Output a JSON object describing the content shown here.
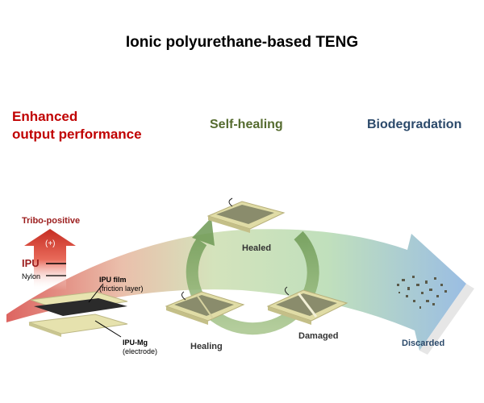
{
  "title": "Ionic polyurethane-based  TENG",
  "features": {
    "performance_line1": "Enhanced",
    "performance_line2": "output performance",
    "self_healing": "Self-healing",
    "biodegradation": "Biodegradation"
  },
  "tribo": {
    "label": "Tribo-positive",
    "sign": "(+)",
    "ipu": "IPU",
    "nylon": "Nylon"
  },
  "device": {
    "film_label": "IPU film",
    "film_sub": "(friction layer)",
    "electrode_label": "IPU-Mg",
    "electrode_sub": "(electrode)"
  },
  "cycle": {
    "healed": "Healed",
    "damaged": "Damaged",
    "healing": "Healing"
  },
  "end": {
    "discarded": "Discarded"
  },
  "colors": {
    "red": "#c00000",
    "green": "#556b2f",
    "blue": "#2c4a6b"
  }
}
